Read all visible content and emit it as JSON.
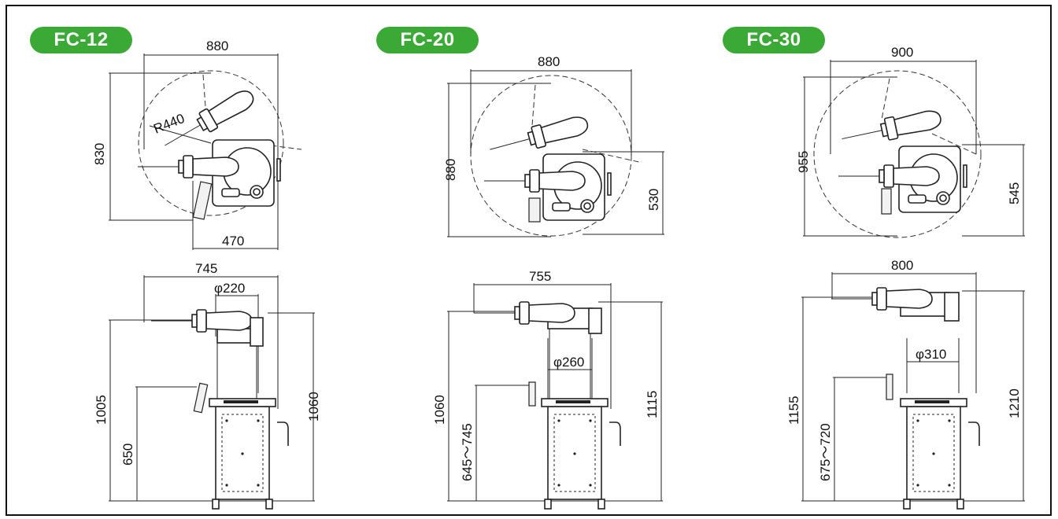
{
  "colors": {
    "badge_green": "#3aa935",
    "line": "#222222",
    "frame": "#111111"
  },
  "models": [
    {
      "name": "FC-12",
      "top_view": {
        "width": "880",
        "depth": "830",
        "radius": "R440",
        "base_width": "470"
      },
      "side_view": {
        "width": "745",
        "diameter": "φ220",
        "height_left": "1005",
        "height_right": "1060",
        "work_height": "650"
      }
    },
    {
      "name": "FC-20",
      "top_view": {
        "width": "880",
        "depth": "880",
        "base_depth": "530"
      },
      "side_view": {
        "width": "755",
        "diameter": "φ260",
        "height_left": "1060",
        "height_right": "1115",
        "work_height": "645～745"
      }
    },
    {
      "name": "FC-30",
      "top_view": {
        "width": "900",
        "depth": "955",
        "base_depth": "545"
      },
      "side_view": {
        "width": "800",
        "diameter": "φ310",
        "height_left": "1155",
        "height_right": "1210",
        "work_height": "675～720"
      }
    }
  ]
}
